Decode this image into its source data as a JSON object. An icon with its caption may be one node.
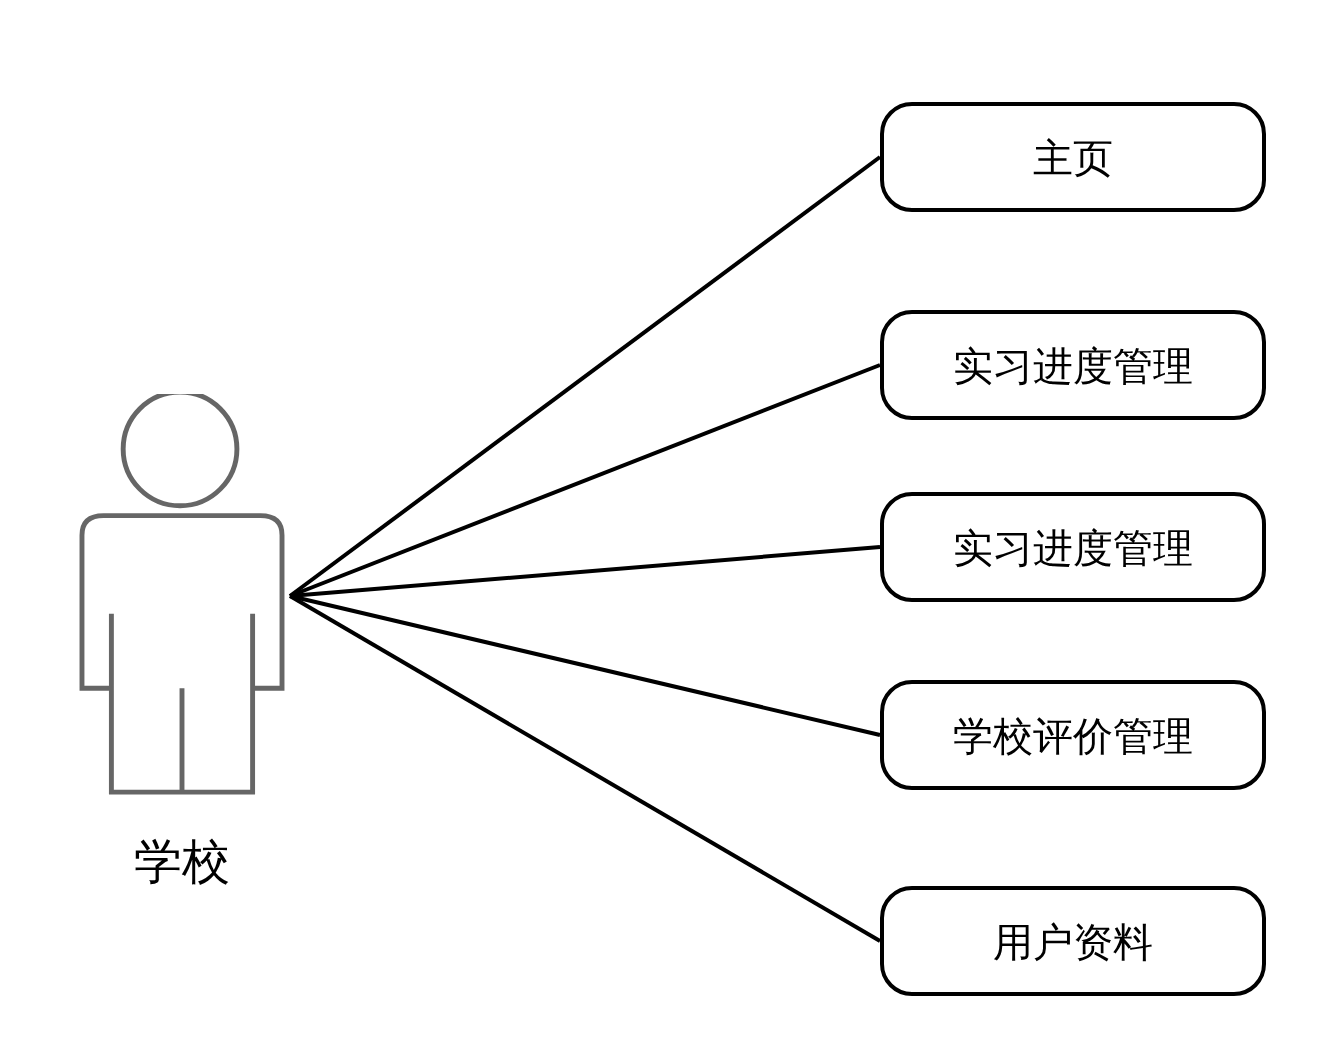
{
  "diagram": {
    "nodes": [
      {
        "text": [
          "学校"
        ]
      },
      {
        "text": [
          "主页"
        ]
      },
      {
        "text": [
          "实习进度管理"
        ]
      },
      {
        "text": [
          "实习进度管理"
        ]
      },
      {
        "text": [
          "学校评价管理"
        ]
      },
      {
        "text": [
          "用户资料"
        ]
      }
    ],
    "edges": [
      {
        "from": 0,
        "to": 1,
        "arrow": "none"
      },
      {
        "from": 0,
        "to": 2,
        "arrow": "none"
      },
      {
        "from": 0,
        "to": 3,
        "arrow": "none"
      },
      {
        "from": 0,
        "to": 4,
        "arrow": "none"
      },
      {
        "from": 0,
        "to": 5,
        "arrow": "none"
      }
    ]
  }
}
